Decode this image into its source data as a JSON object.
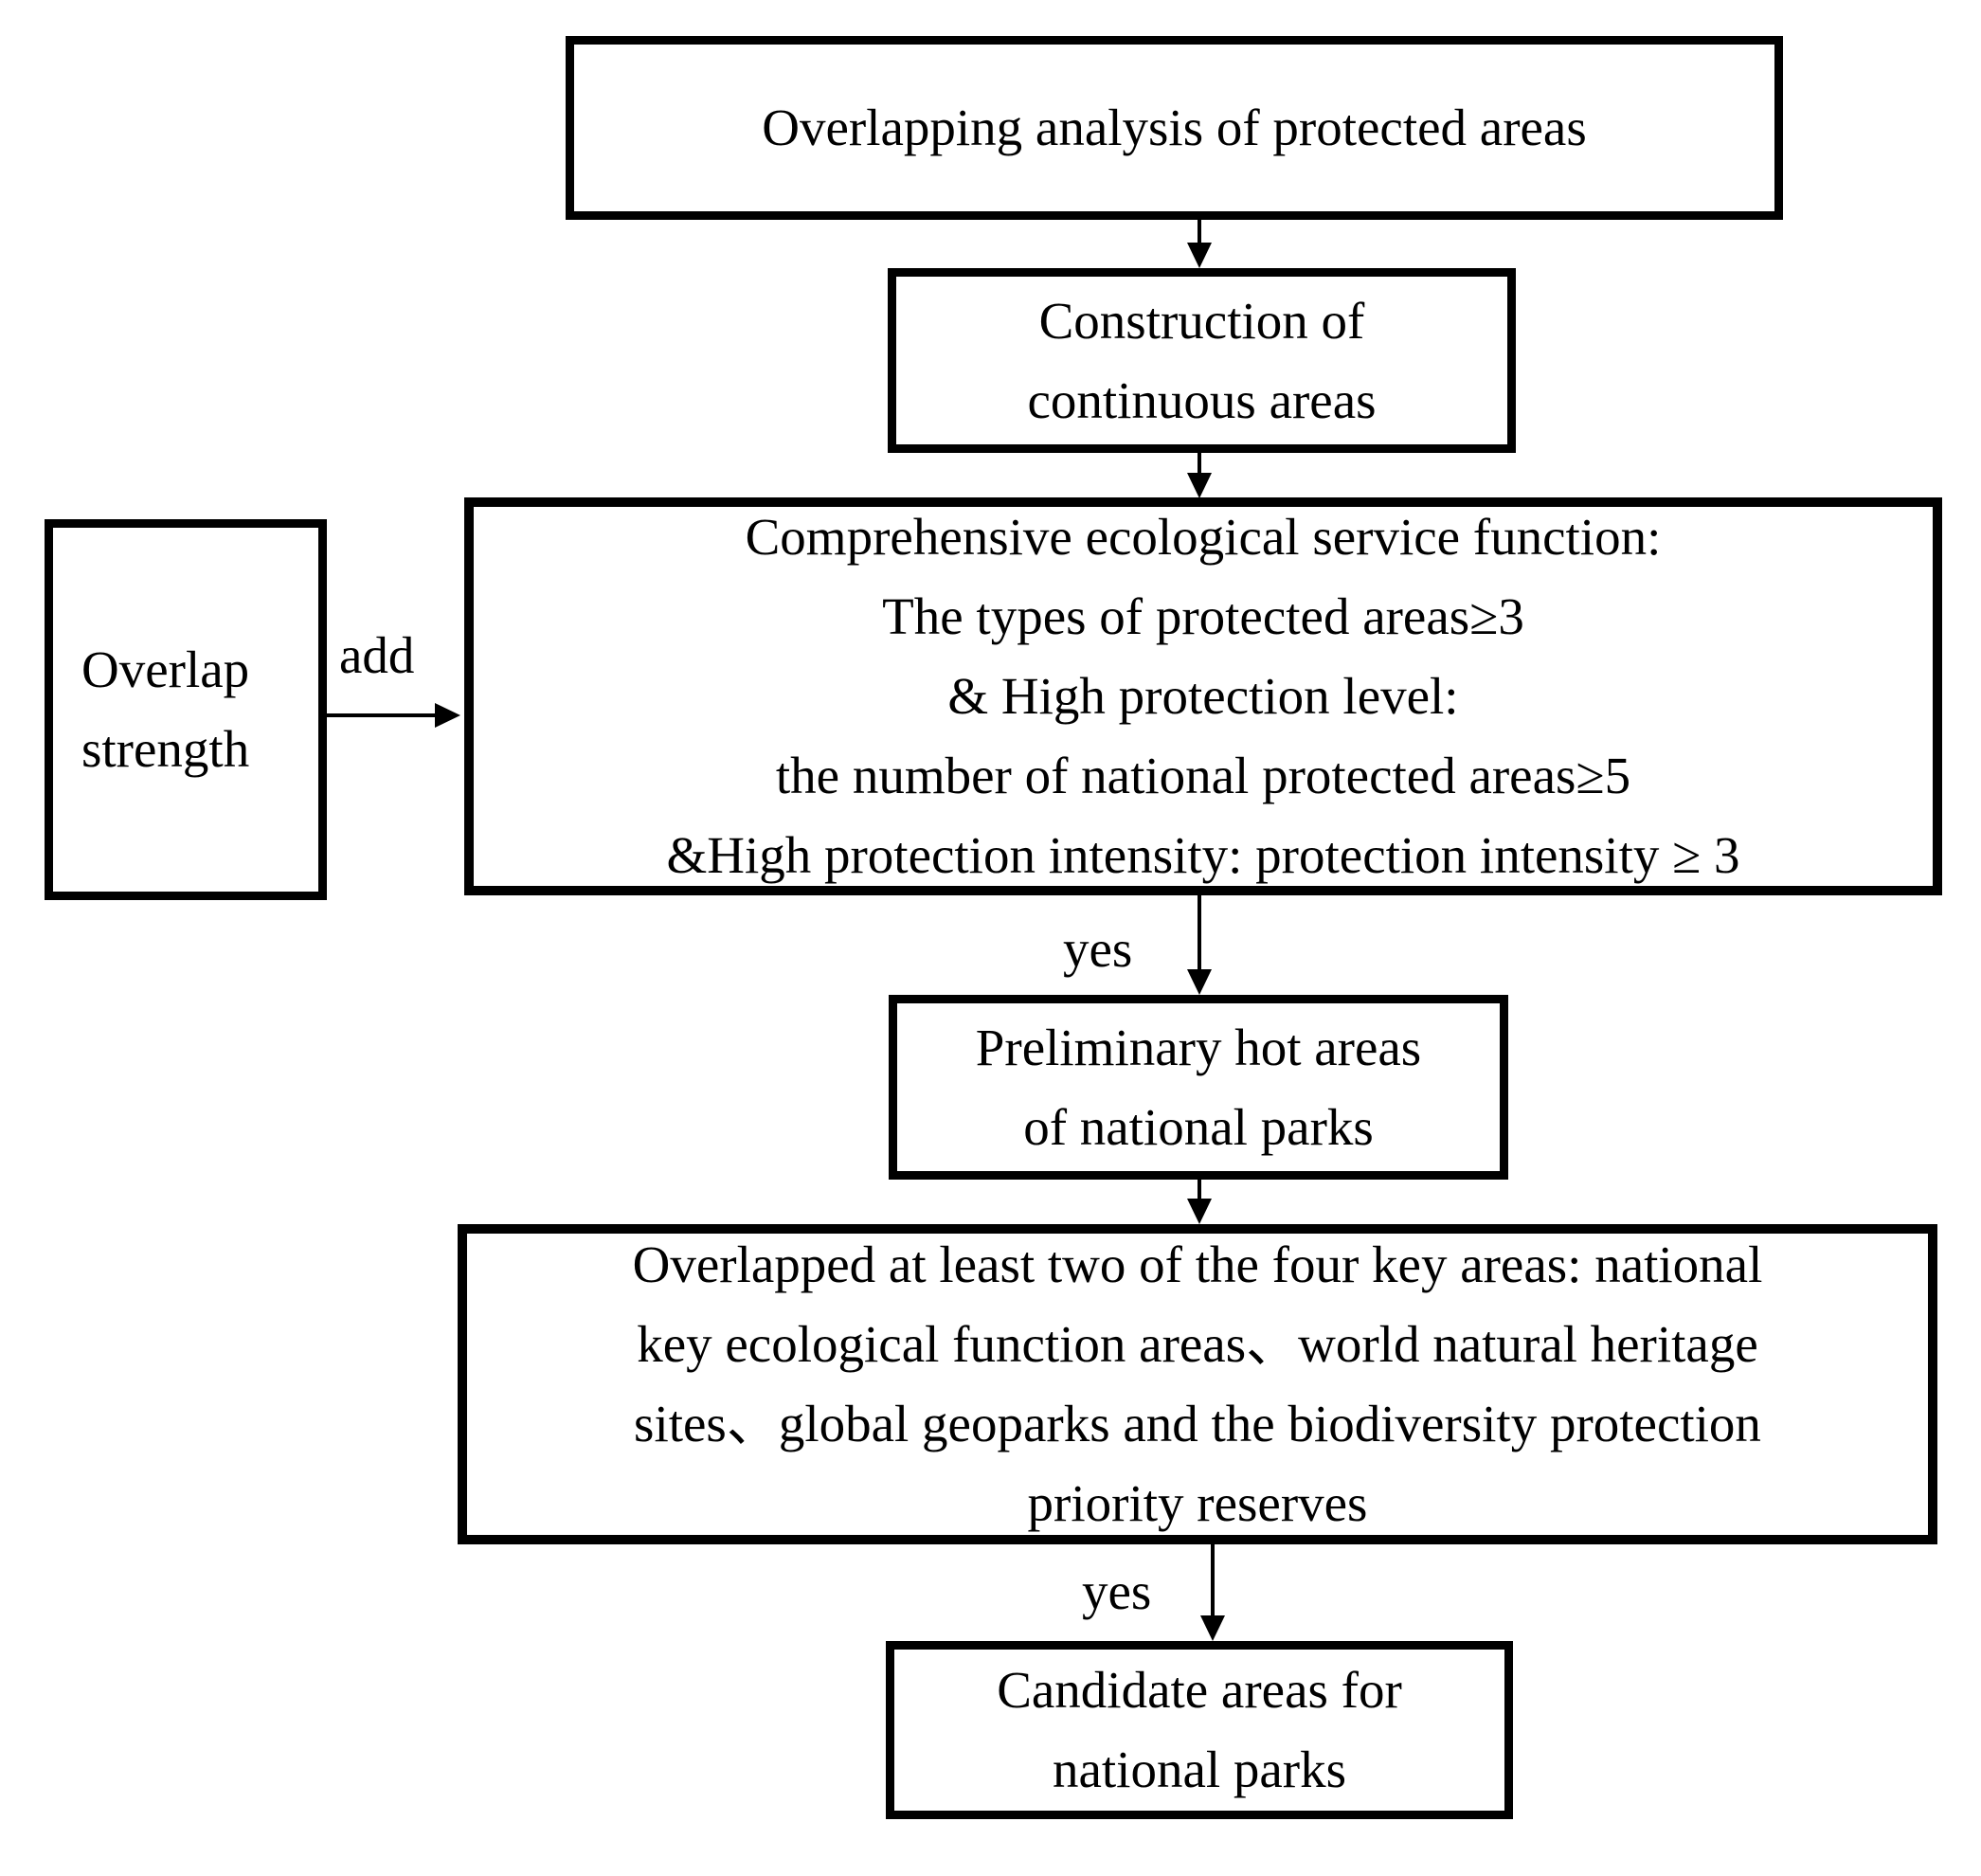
{
  "diagram": {
    "type": "flowchart",
    "background_color": "#ffffff",
    "line_color": "#000000",
    "text_color": "#000000"
  },
  "nodes": {
    "box1": {
      "text": "Overlapping analysis of protected areas"
    },
    "box2": {
      "lines": [
        "Construction of",
        "continuous areas"
      ]
    },
    "box3": {
      "lines": [
        "Comprehensive ecological service function:",
        "The types of protected areas≥3",
        "& High protection level:",
        "the number of national protected areas≥5",
        "&High protection intensity: protection intensity ≥ 3"
      ]
    },
    "overlap_strength": {
      "lines": [
        "Overlap",
        "strength"
      ]
    },
    "box4": {
      "lines": [
        "Preliminary hot areas",
        "of national parks"
      ]
    },
    "box5": {
      "lines": [
        "Overlapped at least two of the four key areas: national",
        "key ecological function areas、world natural heritage",
        "sites、global geoparks and the biodiversity protection",
        "priority reserves"
      ]
    },
    "box6": {
      "lines": [
        "Candidate areas for",
        "national parks"
      ]
    }
  },
  "edges": {
    "add_label": "add",
    "yes_label_1": "yes",
    "yes_label_2": "yes"
  }
}
